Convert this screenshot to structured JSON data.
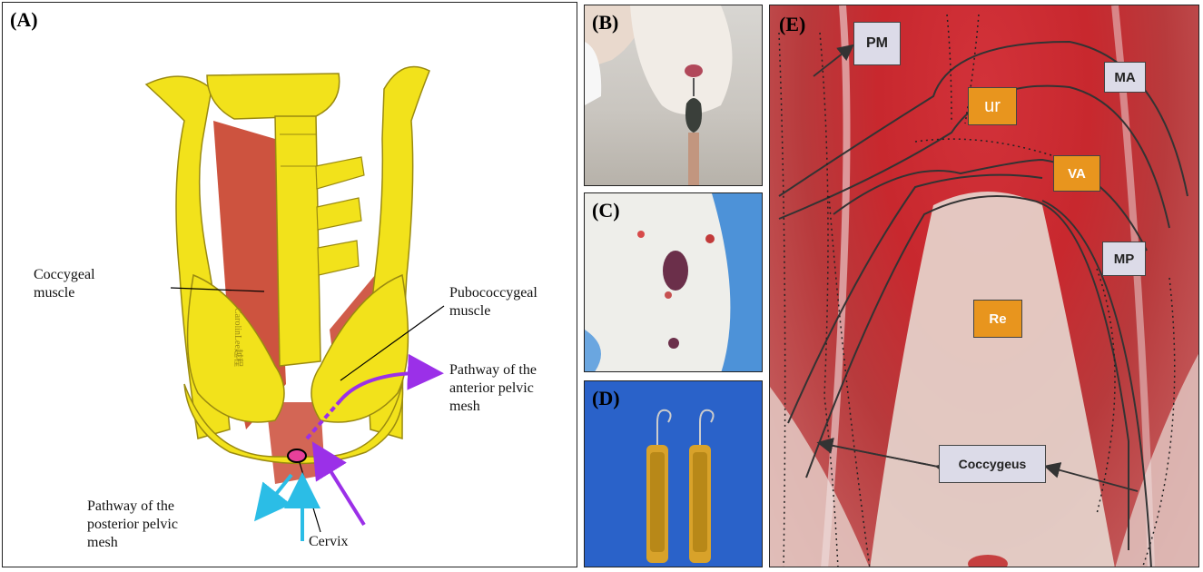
{
  "panels": {
    "a": {
      "letter": "(A)",
      "labels": {
        "coccygeal_muscle": [
          "Coccygeal",
          "muscle"
        ],
        "pubococcygeal_muscle": [
          "Pubococcygeal",
          "muscle"
        ],
        "anterior_pathway": [
          "Pathway of the",
          "anterior pelvic",
          "mesh"
        ],
        "posterior_pathway": [
          "Pathway of the",
          "posterior pelvic",
          "mesh"
        ],
        "cervix": "Cervix",
        "watermark": "CarolinLee越程"
      },
      "colors": {
        "bone": "#f2e21b",
        "bone_outline": "#9a8a10",
        "muscle": "#c8402a",
        "anterior_arrow": "#9b30e8",
        "posterior_arrow": "#2bbde6",
        "cervix": "#e8409a"
      }
    },
    "b": {
      "letter": "(B)"
    },
    "c": {
      "letter": "(C)"
    },
    "d": {
      "letter": "(D)"
    },
    "e": {
      "letter": "(E)",
      "tags": {
        "pm": "PM",
        "ma": "MA",
        "ur": "ur",
        "va": "VA",
        "mp": "MP",
        "re": "Re",
        "coccygeus": "Coccygeus"
      }
    }
  }
}
